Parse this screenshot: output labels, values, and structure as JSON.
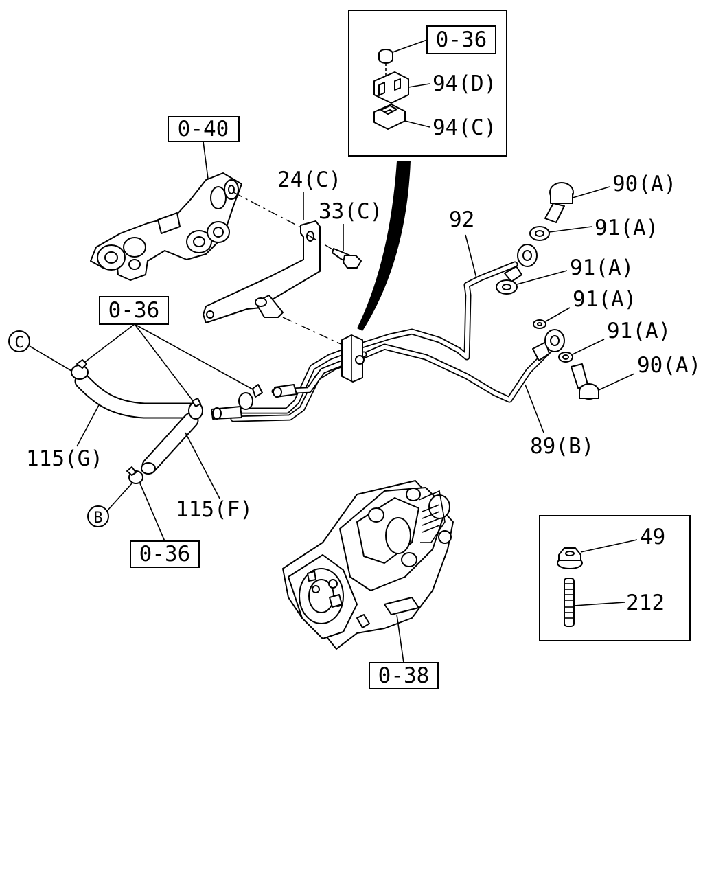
{
  "diagram": {
    "refs": {
      "ref_036_inset": "0-36",
      "ref_040": "0-40",
      "ref_036_left": "0-36",
      "ref_036_bottom": "0-36",
      "ref_038": "0-38"
    },
    "parts": {
      "p94d": "94(D)",
      "p94c": "94(C)",
      "p24c": "24(C)",
      "p33c": "33(C)",
      "p92": "92",
      "p90a_top": "90(A)",
      "p91a_1": "91(A)",
      "p91a_2": "91(A)",
      "p91a_3": "91(A)",
      "p91a_4": "91(A)",
      "p90a_right": "90(A)",
      "p89b": "89(B)",
      "p115g": "115(G)",
      "p115f": "115(F)",
      "p49": "49",
      "p212": "212"
    },
    "connectors": {
      "conn_c": "C",
      "conn_b": "B"
    }
  }
}
